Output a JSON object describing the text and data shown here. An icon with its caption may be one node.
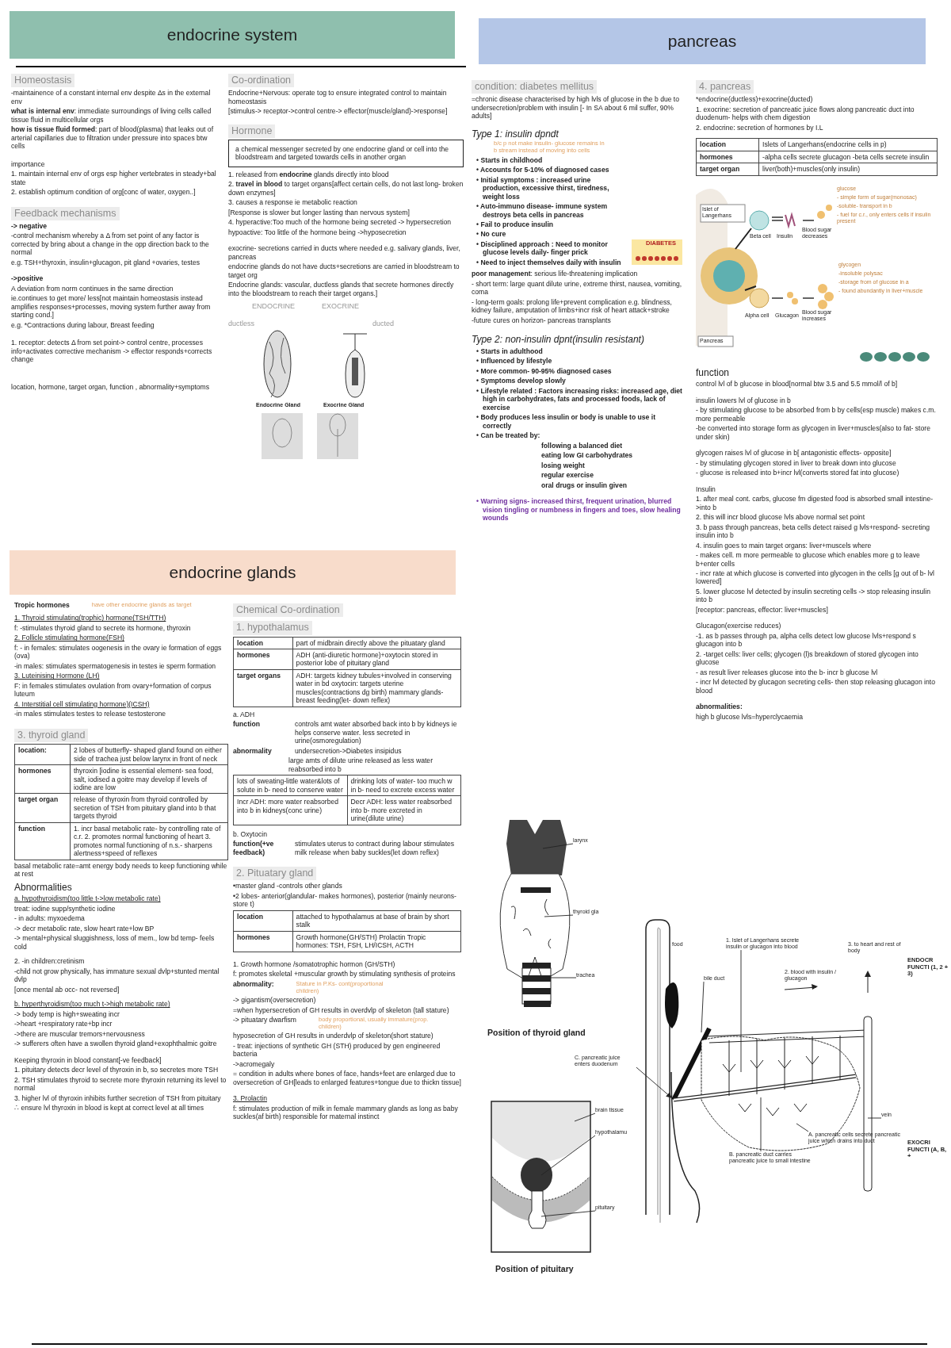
{
  "diagram": {
    "nodes": [
      {
        "text": [
          "endocrine system"
        ]
      },
      {
        "text": [
          "pancreas"
        ]
      },
      {
        "text": [
          "a chemical messenger secreted by one endocrine gland or cell into the bloodstream and targeted towards cells in another organ"
        ]
      },
      {
        "text": [
          "endocrine glands"
        ]
      },
      {
        "text": [
          "larynx"
        ]
      },
      {
        "text": [
          "thyroid gla"
        ]
      },
      {
        "text": [
          "trachea"
        ]
      },
      {
        "text": [
          "brain tissue"
        ]
      },
      {
        "text": [
          "hypothalamu"
        ]
      },
      {
        "text": [
          "pituitary"
        ]
      },
      {
        "text": [
          "bile duct"
        ]
      },
      {
        "text": [
          "1. Islet of Langerhans secrete insulin or glucagon into blood"
        ]
      },
      {
        "text": [
          "C. pancreatic juice enters duodenum"
        ]
      },
      {
        "text": [
          "A. pancreatic cells secrete pancreatic juice which drains into duct"
        ]
      },
      {
        "text": [
          "B. pancreatic duct carries pancreatic juice to small intestine"
        ]
      },
      {
        "text": [
          "vein"
        ]
      }
    ],
    "edges": [
      {
        "from": 4,
        "to": null,
        "arrow": "none"
      },
      {
        "from": 5,
        "to": null,
        "arrow": "none"
      },
      {
        "from": 6,
        "to": null,
        "arrow": "none"
      },
      {
        "from": 7,
        "to": null,
        "arrow": "none"
      },
      {
        "from": 8,
        "to": null,
        "arrow": "none"
      },
      {
        "from": 9,
        "to": null,
        "arrow": "none"
      },
      {
        "from": 10,
        "to": null,
        "arrow": "none"
      },
      {
        "from": 11,
        "to": null,
        "arrow": "none"
      },
      {
        "from": 12,
        "to": null,
        "arrow": "to"
      },
      {
        "from": 13,
        "to": null,
        "arrow": "none"
      },
      {
        "from": 14,
        "to": null,
        "arrow": "none"
      },
      {
        "from": 15,
        "to": null,
        "arrow": "none"
      }
    ],
    "labels": [
      "Homeostasis",
      "-maintainence of a constant internal env despite Δs in the external env",
      "**what is internal env**: immediate surroundings of living cells called tissue fluid in multicellular orgs",
      "**how is tissue fluid formed**: part of blood(plasma) that leaks out of arterial capillaries due to filtration under pressure into spaces btw cells",
      "importance",
      "1. maintain internal env of orgs esp higher vertebrates in steady+bal state",
      "2. establish optimum condition of org[conc of water, oxygen..]",
      "Feedback mechanisms",
      "-> negative",
      "-control mechanism whereby a Δ from set point of any factor is corrected by bring about a change in the opp direction back to the normal",
      "e.g. TSH+thyroxin, insulin+glucagon, pit gland +ovaries, testes",
      "->positive",
      "A deviation from norm continues in the same direction",
      "ie.continues to get more/ less[not maintain homeostasis instead amplifies responses+processes, moving system further away from starting cond.]",
      "e.g. *Contractions during labour, Breast feeding",
      "1. receptor: detects Δ from set point-> control centre, processes info+activates corrective mechanism -> effector responds+corrects change",
      "location, hormone, target organ, function , abnormality+symptoms",
      "Co-ordination",
      "Endocrine+Nervous: operate tog to ensure integrated control to maintain homeostasis",
      "[stimulus-> receptor->control centre-> effector(muscle/gland)->response]",
      "Hormone",
      "1. released from **endocrine** glands directly into blood",
      "2. **travel in blood** to target organs[affect certain cells, do not last long- broken down enzymes]",
      "3. causes a response ie metabolic reaction",
      "[Response is slower but longer lasting than nervous system]",
      "4. hyperactive:Too much of the hormone being secreted -> hypersecretion",
      "hypoactive: Too little of the hormone being ->hyposecretion",
      "exocrine- secretions carried in ducts where needed e.g. salivary glands, liver, pancreas",
      "endocrine glands do not have ducts+secretions are carried in bloodstream to target org",
      "Endocrine glands: vascular, ductless glands that secrete hormones directly into the bloodstream to reach their target organs.]",
      "ENDOCRINE",
      "EXOCRINE",
      "ductless",
      "ducted",
      "Endocrine Gland",
      "Exocrine Gland",
      "Tropic hormones",
      "have other endocrine glands as target",
      "1. Thyroid stimulating(trophic) hormone(TSH/TTH)",
      "f: -stimulates thyroid gland to secrete its hormone, thyroxin",
      "2. Follicle stimulating hormone(FSH)",
      "f: - in females: stimulates oogenesis in the ovary ie formation of eggs (ova)",
      "-in males: stimulates spermatogenesis in testes ie sperm formation",
      "3. Luteinising Hormone (LH)",
      "F: in females stimulates ovulation from ovary+formation of corpus luteum",
      "4. Interstitial cell stimulating hormone)(ICSH)",
      "-in males stimulates testes to release testosterone",
      "3. thyroid gland",
      "location:",
      "2 lobes of butterfly- shaped gland found on either side of trachea just below larynx in front of neck",
      "hormones",
      "thyroxin [iodine is essential element- sea food, salt, iodised a goitre may develop if levels of iodine are low",
      "target organ",
      "release of thyroxin from thyroid controlled by secretion of TSH from pituitary gland into b that targets thyroid",
      "function",
      "1. incr basal metabolic rate- by controlling rate of c.r. 2. promotes normal functioning of heart 3. promotes normal functioning of n.s.- sharpens alertness+speed of reflexes",
      "basal metabolic rate=amt energy body needs to keep functioning while at rest",
      "Abnormalities",
      "a. hypothyroidism(too little t->low metabolic rate)",
      "treat: iodine supp/synthetic iodine",
      "- in adults: myxoedema",
      "-> decr metabolic rate, slow heart rate+low BP",
      "-> mental+physical sluggishness, loss of mem., low bd temp- feels cold",
      "2. -in children:cretinism",
      "-child not grow physically, has immature sexual dvlp+stunted mental dvlp",
      "[once mental ab occ- not reversed]",
      "b. hyperthyroidism(too much t->high metabolic rate)",
      "-> body temp is high+sweating incr",
      "->heart +respiratory rate+bp incr",
      "->there are muscular tremors+nervousness",
      "-> sufferers often have a swollen thyroid gland+exophthalmic goitre",
      "Keeping thyroxin in blood constant[-ve feedback]",
      "1. pituitary detects decr level of thyroxin in b, so secretes more TSH",
      "2. TSH stimulates thyroid to secrete more thyroxin returning its level to normal",
      "3. higher lvl of thyroxin inhibits further secretion of TSH from pituitary",
      "∴ ensure lvl thyroxin in blood is kept at correct level at all times",
      "Chemical Co-ordination",
      "1. hypothalamus",
      "location",
      "part of midbrain directly above the pituatary gland",
      "hormones",
      "ADH (anti-diuretic hormone)+oxytocin stored in posterior lobe of pituitary gland",
      "target organs",
      "ADH: targets kidney tubules+involved in conserving water in bd oxytocin: targets uterine muscles(contractions dg birth) mammary glands- breast feeding(let- down reflex)",
      "a. ADH",
      "function",
      "controls amt water absorbed back into b by kidneys ie helps conserve water. less secreted in urine(osmoregulation)",
      "abnormality",
      "undersecretion->Diabetes insipidus",
      "large amts of dilute urine released as less water reabsorbed into b",
      "lots of sweating-little water&lots of solute in b- need to conserve water",
      "drinking lots of water- too much w in b- need to excrete excess water",
      "Incr ADH: more water reabsorbed into b in kidneys(conc urine)",
      "Decr ADH: less water reabsorbed into b- more excreted in urine(dilute urine)",
      "b. Oxytocin",
      "function(+ve feedback)",
      "stimulates uterus to contract during labour stimulates milk release when baby suckles(let down reflex)",
      "2. Pituatary gland",
      "•master gland -controls other glands",
      "•2 lobes- anterior(glandular- makes hormones), posterior (mainly neurons- store t)",
      "location",
      "attached to hypothalamus at base of brain by short stalk",
      "hormones",
      "Growth hormone(GH/STH) Prolactin Tropic hormones: TSH, FSH, LH/ICSH, ACTH",
      "1. Growth hormone /somatotrophic hormon (GH/STH)",
      "f: promotes skeletal +muscular growth by stimulating synthesis of proteins",
      "abnormality:",
      "Stature in P.Ks- cont(proportional children)",
      "-> gigantism(oversecretion)",
      "=when hypersecretion of GH results in overdvlp of skeleton (tall stature)",
      "-> pituatary dwarfism",
      "body proportional, usually immature(prop. children)",
      "hyposecretion of GH results in underdvlp of skeleton(short stature)",
      "- treat: injections of synthetic GH (STH) produced by gen engineered bacteria",
      "->acromegaly",
      "= condition in adults where bones of face, hands+feet are enlarged due to oversecretion of GH[leads to enlarged features+tongue due to thickn tissue]",
      "3. Prolactin",
      "f: stimulates production of milk in female mammary glands as long as baby suckles(af birth) responsible for maternal instinct",
      "condition: diabetes mellitus",
      "=chronic disease characterised by high lvls of glucose in the b due to undersecretion/problem with insulin [- In SA about 6 mil suffer, 90% adults]",
      "Type 1: insulin dpndt",
      "b/c p not make insulin- glucose remains in b stream instead of moving into cells",
      "• Starts in childhood",
      "• Accounts for 5-10% of diagnosed cases",
      "• Initial symptoms : increased urine production, excessive thirst, tiredness, weight loss",
      "• Auto-immuno disease- immune system destroys beta cells in pancreas",
      "• Fail to produce insulin",
      "• No cure",
      "• Disciplined approach : Need to monitor glucose levels daily- finger prick",
      "• Need to inject themselves daily with insulin",
      "DIABETES",
      "**poor management**: serious life-threatening implication",
      "- short term: large quant dilute urine, extreme thirst, nausea, vomiting, coma",
      "- long-term goals: prolong life+prevent complication e.g. blindness, kidney failure, amputation of limbs+incr risk of heart attack+stroke",
      "-future cures on horizon- pancreas transplants",
      "Type 2: non-insulin dpnt(insulin resistant)",
      "• Starts in adulthood",
      "• Influenced by lifestyle",
      "• More common- 90-95% diagnosed cases",
      "• Symptoms develop slowly",
      "• Lifestyle related : Factors increasing risks: increased age, diet high in carbohydrates, fats and processed foods, lack of exercise",
      "• Body produces less insulin or body is unable to use it correctly",
      "• Can be treated by:",
      "following a balanced diet",
      "eating low GI carbohydrates",
      "losing weight",
      "regular exercise",
      "oral drugs or insulin given",
      "• Warning signs- increased thirst, frequent urination, blurred vision tingling or numbness in fingers and toes, slow healing wounds",
      "4. pancreas",
      "*endocrine(ductless)+exocrine(ducted)",
      "1. exocrine: secretion of pancreatic juice flows along pancreatic duct into duodenum- helps with chem digestion",
      "2. endocrine: secretion of hormones by I.L",
      "location",
      "Islets of Langerhans(endocrine cells in p)",
      "hormones",
      "-alpha cells secrete glucagon -beta cells secrete insulin",
      "target organ",
      "liver(both)+muscles(only insulin)",
      "Islet of Langerhans",
      "Beta cell",
      "Insulin",
      "Blood sugar decreases",
      "glucose",
      "- simple form of sugar(monosac)",
      "-soluble- transport in b",
      "- fuel for c.r., only enters cells if insulin present",
      "Alpha cell",
      "Glucagon",
      "Blood sugar increases",
      "glycogen",
      "-insoluble polysac",
      "-storage from of glucose in a",
      "- found abundantly in liver+muscle",
      "Pancreas",
      "function",
      "control lvl of b glucose in blood[normal btw 3.5 and 5.5 mmol/l of b]",
      "insulin lowers lvl of glucose in b",
      "- by stimulating glucose to be absorbed from b by cells(esp muscle) makes c.m. more permeable",
      "-be converted into storage form as glycogen in liver+muscles(also to fat- store under skin)",
      "glycogen raises lvl of glucose in b[ antagonistic effects- opposite]",
      "- by stimulating glycogen stored in liver to break down into glucose",
      "- glucose is released into b+incr lvl(converts stored fat into glucose)",
      "Insulin",
      "1. after meal cont. carbs, glucose fm digested food is absorbed small intestine->into b",
      "2. this will incr blood glucose lvls above normal set point",
      "3. b pass through pancreas, beta cells detect raised g lvls+respond- secreting insulin into b",
      "4. insulin goes to main target organs: liver+muscels where",
      "- makes cell. m more permeable to glucose which enables more g to leave b+enter cells",
      "- incr rate at which glucose is converted into glycogen in the cells [g out of b- lvl lowered]",
      "5. lower glucose lvl detected by insulin secreting cells -> stop releasing insulin into b",
      "[receptor: pancreas, effector: liver+muscles]",
      "Glucagon(exercise reduces)",
      "-1. as b passes through pa, alpha cells detect low glucose lvls+respond s glucagon into b",
      "2. -target cells: liver cells; glycogen (l)s breakdown of stored glycogen into glucose",
      "- as result liver releases glucose into the b- incr b glucose lvl",
      "- incr lvl detected by glucagon secreting cells- then stop releasing glucagon into blood",
      "abnormalities:",
      "high b glucose lvls=hyperclycaemia",
      "Position of thyroid gland",
      "Position of pituitary",
      "food",
      "2. blood with insulin / glucagon",
      "3. to heart and rest of body",
      "ENDOCR FUNCTI (1, 2 + 3)",
      "EXOCRI FUNCTI (A, B, +"
    ]
  }
}
